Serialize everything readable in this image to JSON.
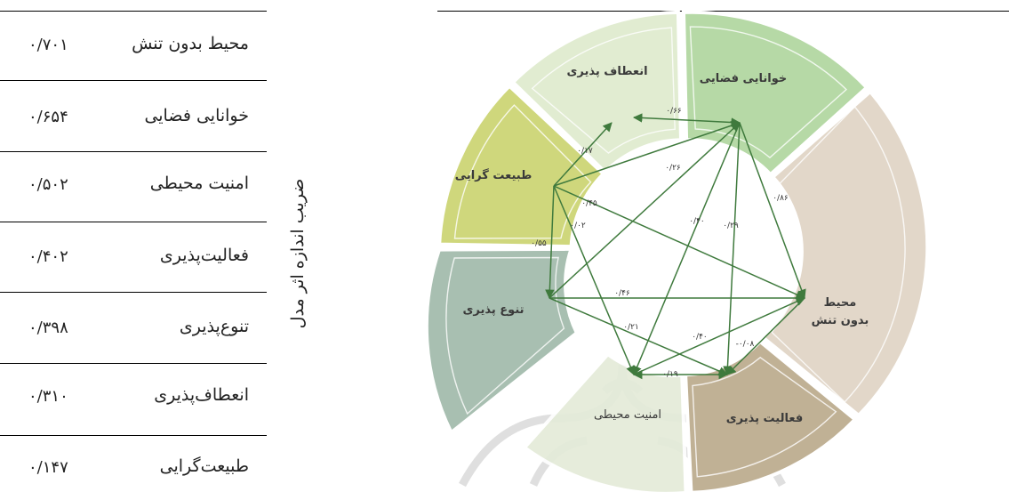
{
  "table": {
    "vertical_label": "ضریب اندازه اثر مدل",
    "rows": [
      {
        "name": "محیط بدون تنش",
        "value": "۰/۷۰۱"
      },
      {
        "name": "خوانایی فضایی",
        "value": "۰/۶۵۴"
      },
      {
        "name": "امنیت محیطی",
        "value": "۰/۵۰۲"
      },
      {
        "name": "فعالیت‌پذیری",
        "value": "۰/۴۰۲"
      },
      {
        "name": "تنوع‌پذیری",
        "value": "۰/۳۹۸"
      },
      {
        "name": "انعطاف‌پذیری",
        "value": "۰/۳۱۰"
      },
      {
        "name": "طبیعت‌گرایی",
        "value": "۰/۱۴۷"
      }
    ]
  },
  "diagram": {
    "segments": {
      "khanaei": {
        "label": "خوانایی فضایی",
        "color": "#b6d9a6"
      },
      "enetaf": {
        "label": "انعطاف پذیری",
        "color": "#e1ecd1"
      },
      "tabiat": {
        "label": "طبیعت گرایی",
        "color": "#cfd77c"
      },
      "tanavo": {
        "label": "تنوع پذیری",
        "color": "#a8bfb1"
      },
      "amniat": {
        "label": "امنیت محیطی",
        "color": "#e4ebd9"
      },
      "faaliat": {
        "label": "فعالیت پذیری",
        "color": "#c0b195"
      },
      "mohit_line1": {
        "label": "محیط",
        "color": "#e2d7c9"
      },
      "mohit_line2": {
        "label": "بدون تنش"
      }
    },
    "coefficients": {
      "enetaf_khanaei": "۰/۶۶",
      "tabiat_enetaf": "۰/۱۷",
      "tabiat_khanaei": "۰/۲۶",
      "tabiat_mohit": "۰/۴۵",
      "tabiat_amniat": "۰/۰۲",
      "tabiat_tanavo": "۰/۵۵",
      "tanavo_khanaei": "۰/۴۰",
      "khanaei_mohit": "۰/۸۶",
      "khanaei_faaliat": "۰/۲۹",
      "tanavo_mohit": "۰/۴۶",
      "tanavo_faaliat": "۰/۲۱",
      "amniat_mohit": "۰/۴۰",
      "mohit_faaliat": "-۰/۰۸",
      "amniat_faaliat": "۰/۱۹"
    },
    "colors": {
      "arrow": "#3f7a3d",
      "ring_text": "#3a3a3a"
    }
  }
}
